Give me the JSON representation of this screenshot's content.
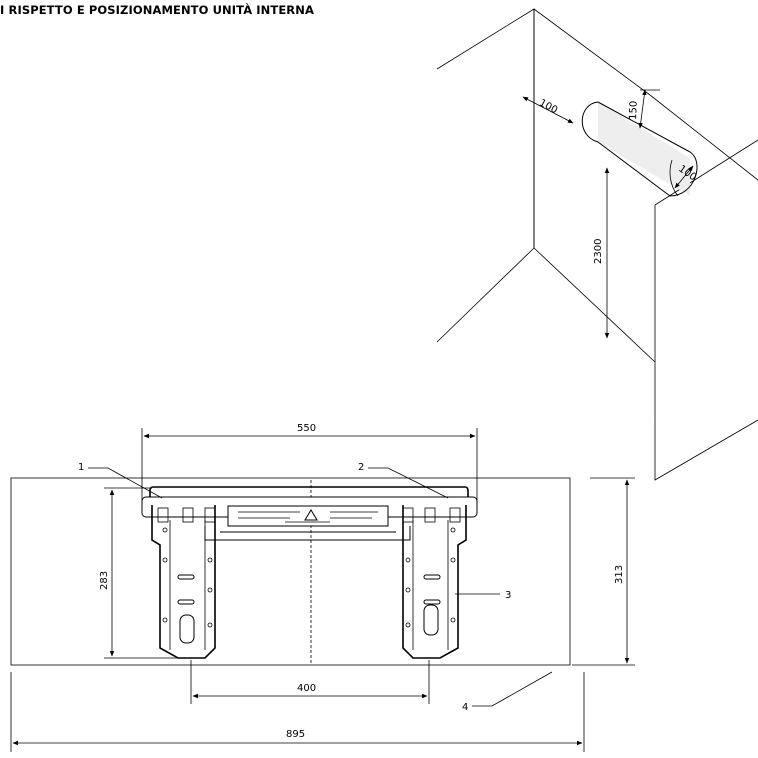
{
  "title": "I RISPETTO E POSIZIONAMENTO UNITÀ INTERNA",
  "clearances": {
    "side": "100",
    "top": "150",
    "side_right": "100",
    "floor": "2300"
  },
  "dimensions": {
    "bracket_width": "550",
    "holes_distance": "400",
    "total_width": "895",
    "bracket_height": "283",
    "total_height": "313"
  },
  "callouts": {
    "c1": "1",
    "c2": "2",
    "c3": "3",
    "c4": "4"
  }
}
